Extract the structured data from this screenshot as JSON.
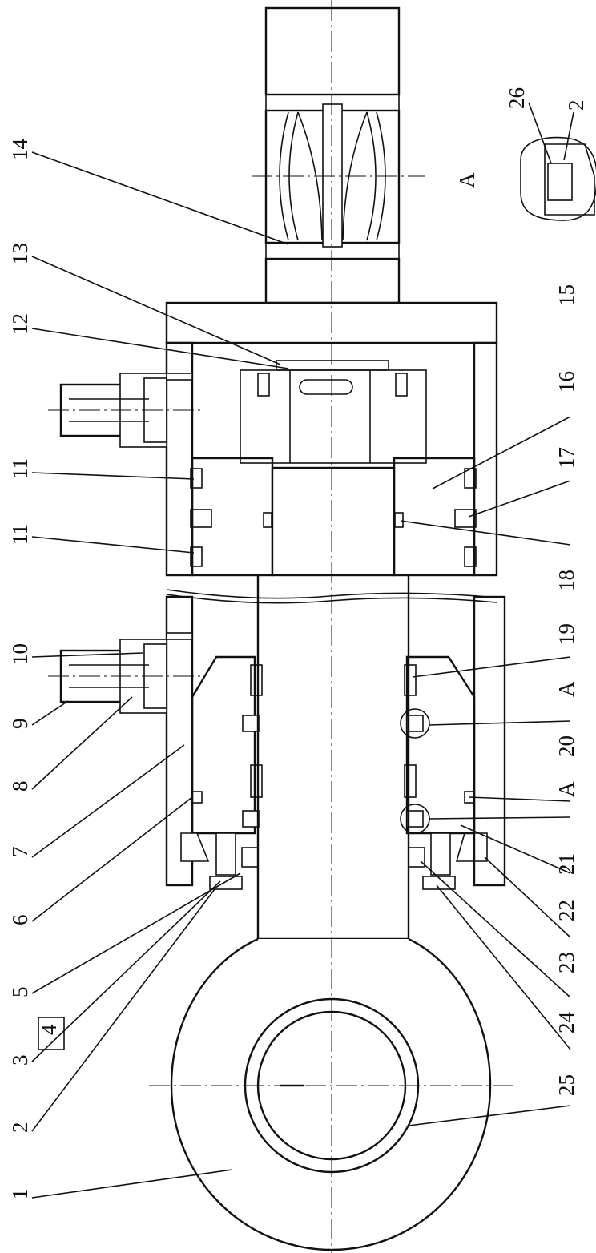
{
  "left_labels": [
    "1",
    "2",
    "3",
    "4",
    "5",
    "6",
    "7",
    "8",
    "9",
    "10",
    "11",
    "11",
    "12",
    "13",
    "14"
  ],
  "right_labels": [
    "15",
    "16",
    "17",
    "18",
    "19",
    "A",
    "20",
    "A",
    "21",
    "22",
    "23",
    "24",
    "25"
  ],
  "detail": {
    "view_label": "A",
    "callouts": [
      "26",
      "2"
    ]
  },
  "colors": {
    "line": "#111111",
    "background": "#ffffff"
  }
}
